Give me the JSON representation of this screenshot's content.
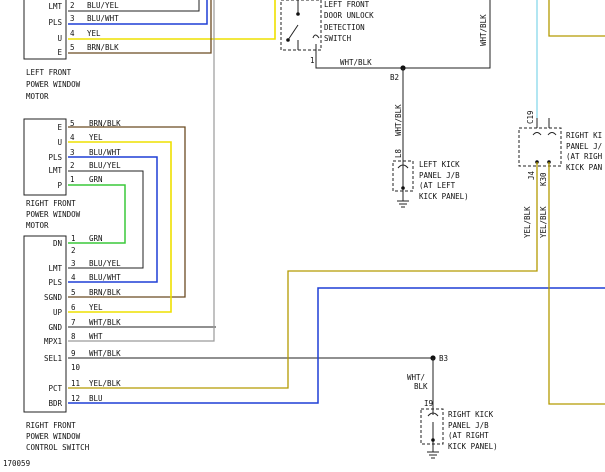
{
  "motors": {
    "left_front": {
      "title": [
        "LEFT FRONT",
        "POWER WINDOW",
        "MOTOR"
      ],
      "pins": [
        {
          "num": "2",
          "label": "LMT",
          "wire": "BLU/YEL"
        },
        {
          "num": "3",
          "label": "PLS",
          "wire": "BLU/WHT"
        },
        {
          "num": "4",
          "label": "U",
          "wire": "YEL"
        },
        {
          "num": "5",
          "label": "E",
          "wire": "BRN/BLK"
        }
      ]
    },
    "right_front": {
      "title": [
        "RIGHT FRONT",
        "POWER WINDOW",
        "MOTOR"
      ],
      "pins": [
        {
          "num": "5",
          "label": "E",
          "wire": "BRN/BLK"
        },
        {
          "num": "4",
          "label": "U",
          "wire": "YEL"
        },
        {
          "num": "3",
          "label": "PLS",
          "wire": "BLU/WHT"
        },
        {
          "num": "2",
          "label": "LMT",
          "wire": "BLU/YEL"
        },
        {
          "num": "1",
          "label": "P",
          "wire": "GRN"
        }
      ]
    }
  },
  "control_switch": {
    "title": [
      "RIGHT FRONT",
      "POWER WINDOW",
      "CONTROL SWITCH"
    ],
    "pins": [
      {
        "num": "1",
        "label": "DN",
        "wire": "GRN"
      },
      {
        "num": "2",
        "label": "",
        "wire": ""
      },
      {
        "num": "3",
        "label": "LMT",
        "wire": "BLU/YEL"
      },
      {
        "num": "4",
        "label": "PLS",
        "wire": "BLU/WHT"
      },
      {
        "num": "5",
        "label": "SGND",
        "wire": "BRN/BLK"
      },
      {
        "num": "6",
        "label": "UP",
        "wire": "YEL"
      },
      {
        "num": "7",
        "label": "GND",
        "wire": "WHT/BLK"
      },
      {
        "num": "8",
        "label": "MPX1",
        "wire": "WHT"
      },
      {
        "num": "9",
        "label": "SEL1",
        "wire": "WHT/BLK"
      },
      {
        "num": "10",
        "label": "",
        "wire": ""
      },
      {
        "num": "11",
        "label": "PCT",
        "wire": "YEL/BLK"
      },
      {
        "num": "12",
        "label": "BDR",
        "wire": "BLU"
      }
    ]
  },
  "unlock_switch": {
    "title": [
      "LEFT FRONT",
      "DOOR UNLOCK",
      "DETECTION",
      "SWITCH"
    ],
    "pin": "1"
  },
  "wire_labels": {
    "top_wht_blk": "WHT/BLK",
    "top_right_wht_blk": "WHT/BLK",
    "b2_down": "WHT/BLK",
    "b3_down": [
      "WHT/",
      "BLK"
    ],
    "j4": "YEL/BLK",
    "k30": "YEL/BLK"
  },
  "junctions": {
    "b2": "B2",
    "b3": "B3"
  },
  "connectors": {
    "l8": {
      "code": "L8",
      "label": [
        "LEFT KICK",
        "PANEL J/B",
        "(AT LEFT",
        "KICK PANEL)"
      ]
    },
    "c19": {
      "code": "C19",
      "label": [
        "RIGHT KI",
        "PANEL J/",
        "(AT RIGH",
        "KICK PAN"
      ],
      "pins": [
        "J4",
        "K30"
      ]
    },
    "i9": {
      "code": "I9",
      "label": [
        "RIGHT KICK",
        "PANEL J/B",
        "(AT RIGHT",
        "KICK PANEL)"
      ]
    }
  },
  "figure_id": "170059"
}
